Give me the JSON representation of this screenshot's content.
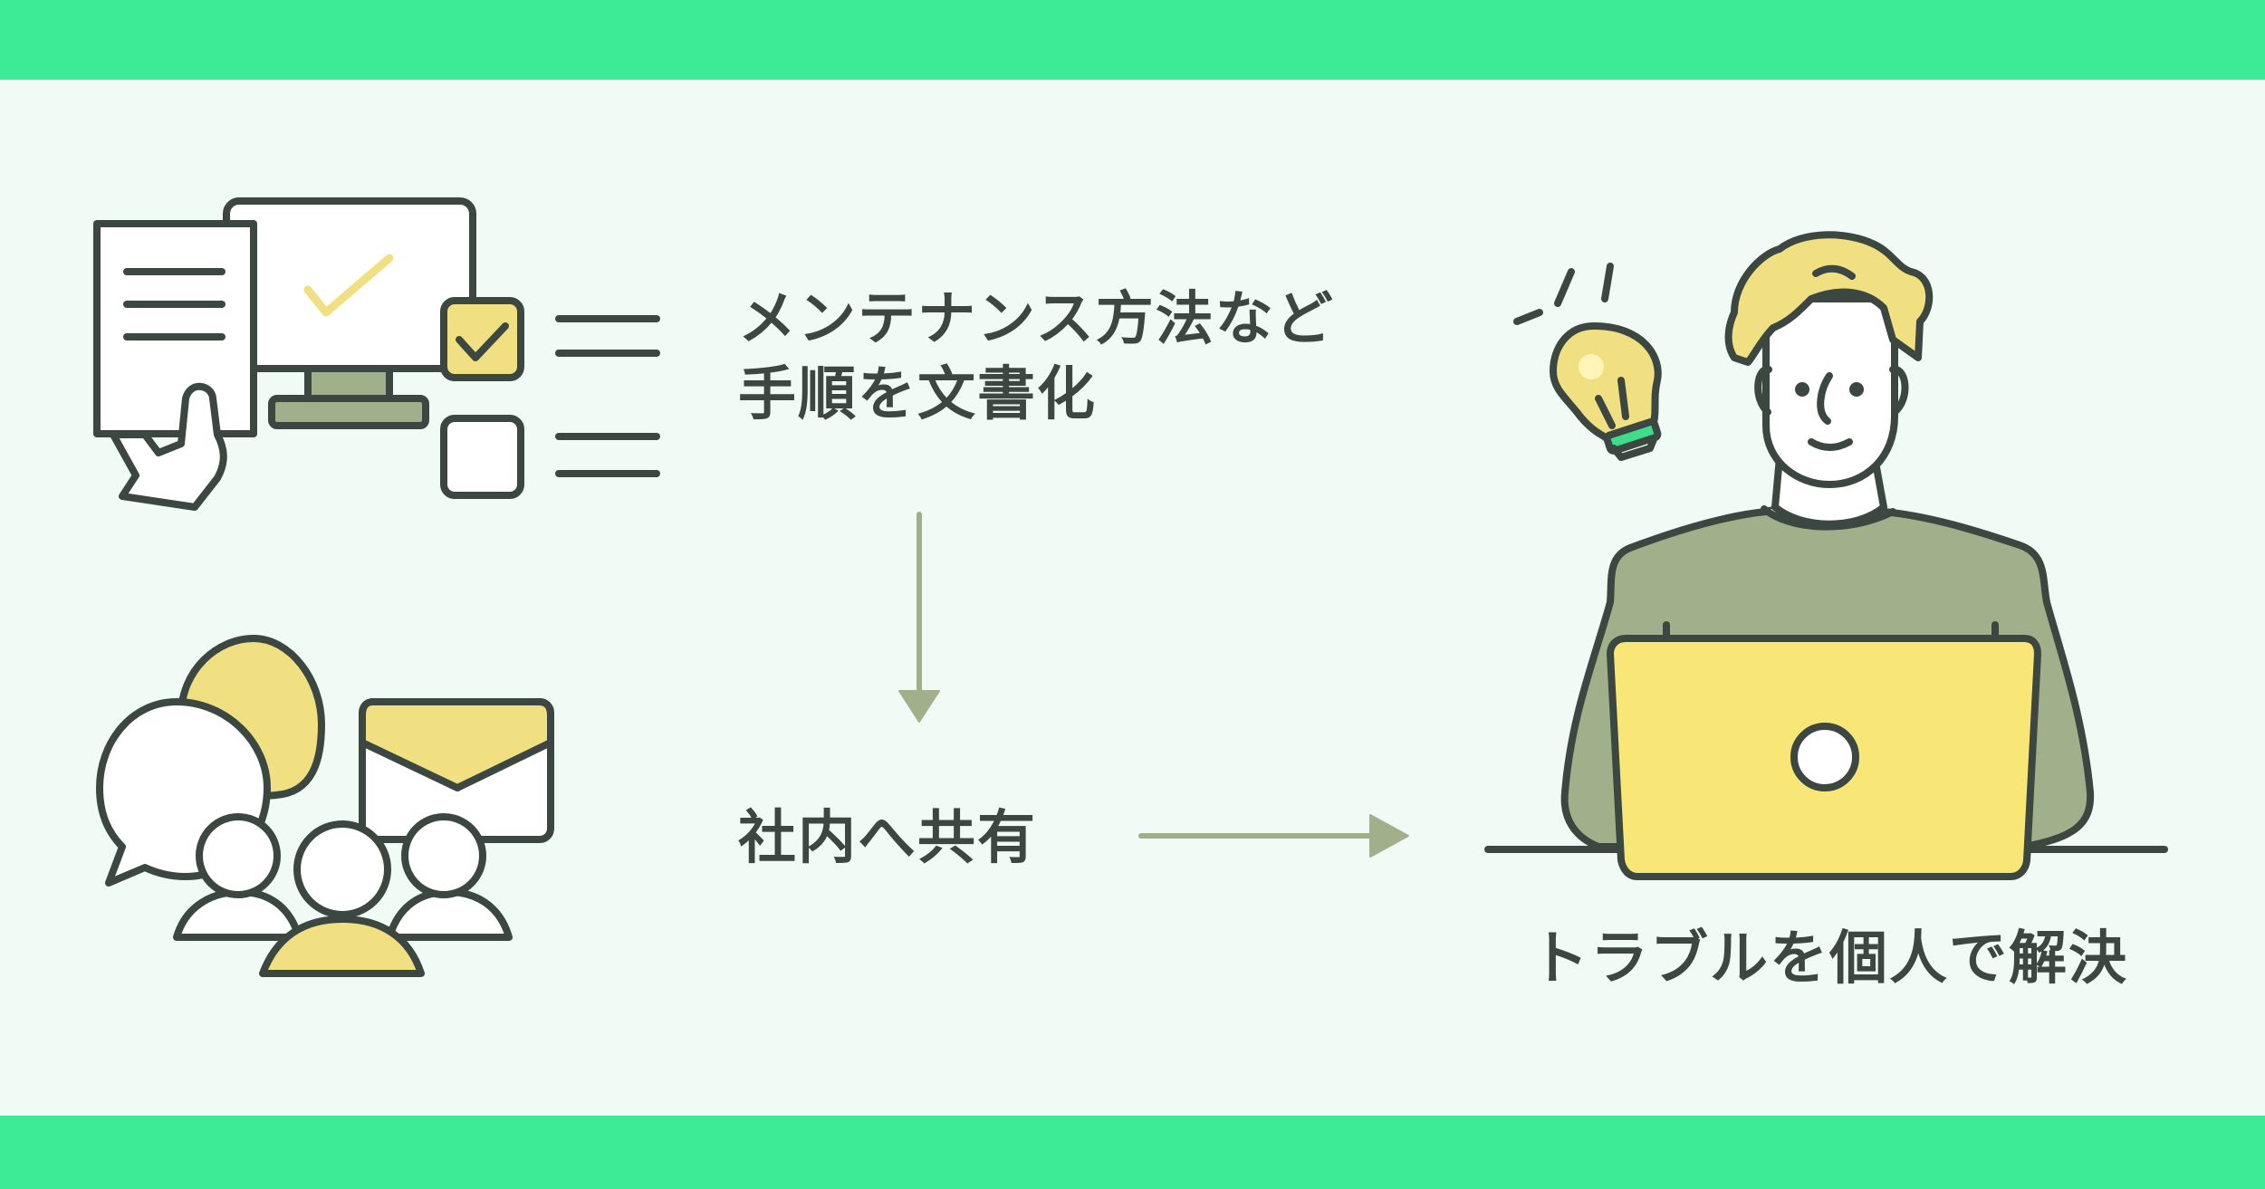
{
  "steps": {
    "document": {
      "line1": "メンテナンス方法など",
      "line2": "手順を文書化"
    },
    "share": {
      "label": "社内へ共有"
    },
    "solve": {
      "label": "トラブルを個人で解決"
    }
  },
  "colors": {
    "band": "#3dea95",
    "background": "#f0fbf5",
    "outline": "#3b4740",
    "accent_yellow": "#f0e082",
    "laptop_yellow": "#f8e776",
    "olive": "#9fb08a",
    "arrow": "#9fb08a",
    "bulb_base": "#3ddd8a"
  },
  "icons": [
    "document-monitor-checklist-icon",
    "team-chat-mail-icon",
    "person-laptop-lightbulb-icon",
    "arrow-down-icon",
    "arrow-right-icon"
  ]
}
